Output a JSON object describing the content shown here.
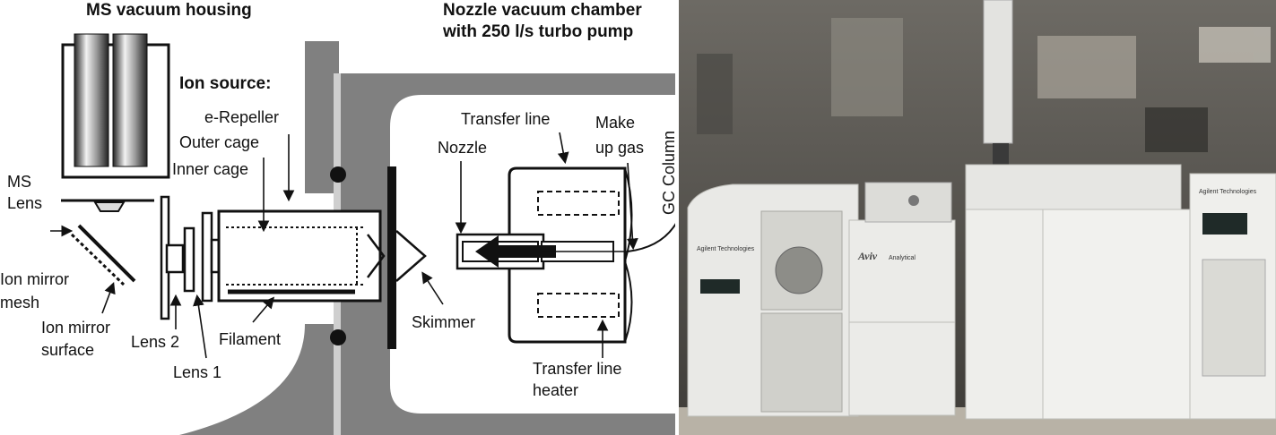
{
  "diagram": {
    "headers": {
      "ms_housing": "MS vacuum housing",
      "nozzle_chamber_line1": "Nozzle vacuum chamber",
      "nozzle_chamber_line2": "with 250 l/s turbo pump",
      "ion_source": "Ion source:"
    },
    "labels": {
      "e_repeller": "e-Repeller",
      "outer_cage": "Outer cage",
      "inner_cage": "Inner cage",
      "ms_lens_line1": "MS",
      "ms_lens_line2": "Lens",
      "ion_mirror_mesh_line1": "Ion mirror",
      "ion_mirror_mesh_line2": "mesh",
      "ion_mirror_surface_line1": "Ion mirror",
      "ion_mirror_surface_line2": "surface",
      "lens2": "Lens 2",
      "lens1": "Lens 1",
      "filament": "Filament",
      "skimmer": "Skimmer",
      "nozzle": "Nozzle",
      "transfer_line": "Transfer line",
      "make_up_gas_line1": "Make",
      "make_up_gas_line2": "up gas",
      "gc_column": "GC Column",
      "transfer_line_heater_line1": "Transfer line",
      "transfer_line_heater_line2": "heater"
    }
  },
  "photo": {
    "brand_left": "Agilent Technologies",
    "brand_aviv": "Aviv",
    "brand_aviv_sub": "Analytical",
    "brand_right": "Agilent Technologies"
  },
  "colors": {
    "chamber_wall": "#808080",
    "line": "#111111",
    "instrument": "#e9e9e6",
    "lab_background": "#5d5a55"
  }
}
